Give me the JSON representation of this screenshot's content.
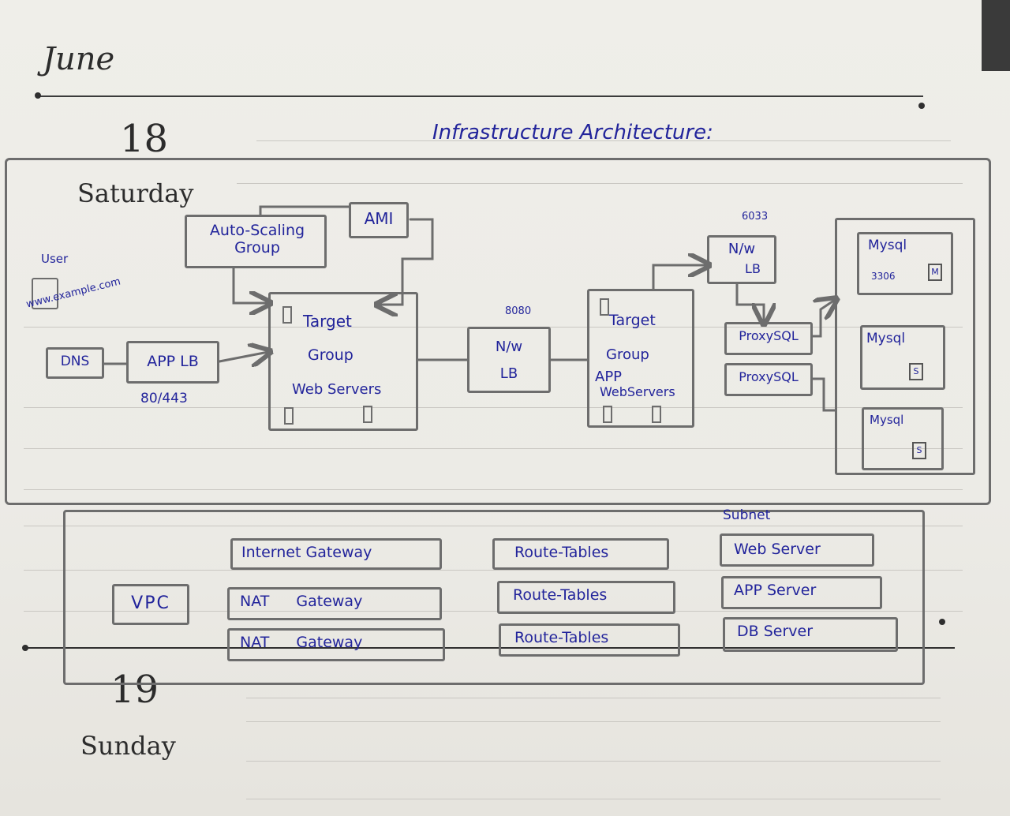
{
  "planner": {
    "month": "June",
    "day1_number": "18",
    "day1_name": "Saturday",
    "day2_number": "19",
    "day2_name": "Sunday"
  },
  "diagram": {
    "title": "Infrastructure Architecture:",
    "user_label": "User",
    "domain_label": "www.example.com",
    "dns": "DNS",
    "app_lb": "APP LB",
    "app_lb_ports": "80/443",
    "asg": "Auto-Scaling Group",
    "ami": "AMI",
    "tg_web": {
      "line1": "Target",
      "line2": "Group",
      "line3": "Web Servers"
    },
    "nw_lb_1": {
      "port": "8080",
      "line1": "N/w",
      "line2": "LB"
    },
    "tg_app": {
      "line1": "Target",
      "line2": "Group",
      "line3": "APP",
      "line4": "WebServers"
    },
    "nw_lb_2": {
      "port": "6033",
      "line1": "N/w",
      "line2": "LB"
    },
    "proxysql_1": "ProxySQL",
    "proxysql_2": "ProxySQL",
    "mysql_1": {
      "label": "Mysql",
      "port": "3306",
      "badge": "M"
    },
    "mysql_2": {
      "label": "Mysql",
      "badge": "S"
    },
    "mysql_3": {
      "label": "Mysql",
      "badge": "S"
    },
    "vpc": "VPC",
    "gateways": [
      "Internet Gateway",
      "NAT Gateway",
      "NAT Gateway"
    ],
    "route_tables": [
      "Route-Tables",
      "Route-Tables",
      "Route-Tables"
    ],
    "subnet_header": "Subnet",
    "subnets": [
      "Web Server",
      "APP Server",
      "DB Server"
    ]
  }
}
